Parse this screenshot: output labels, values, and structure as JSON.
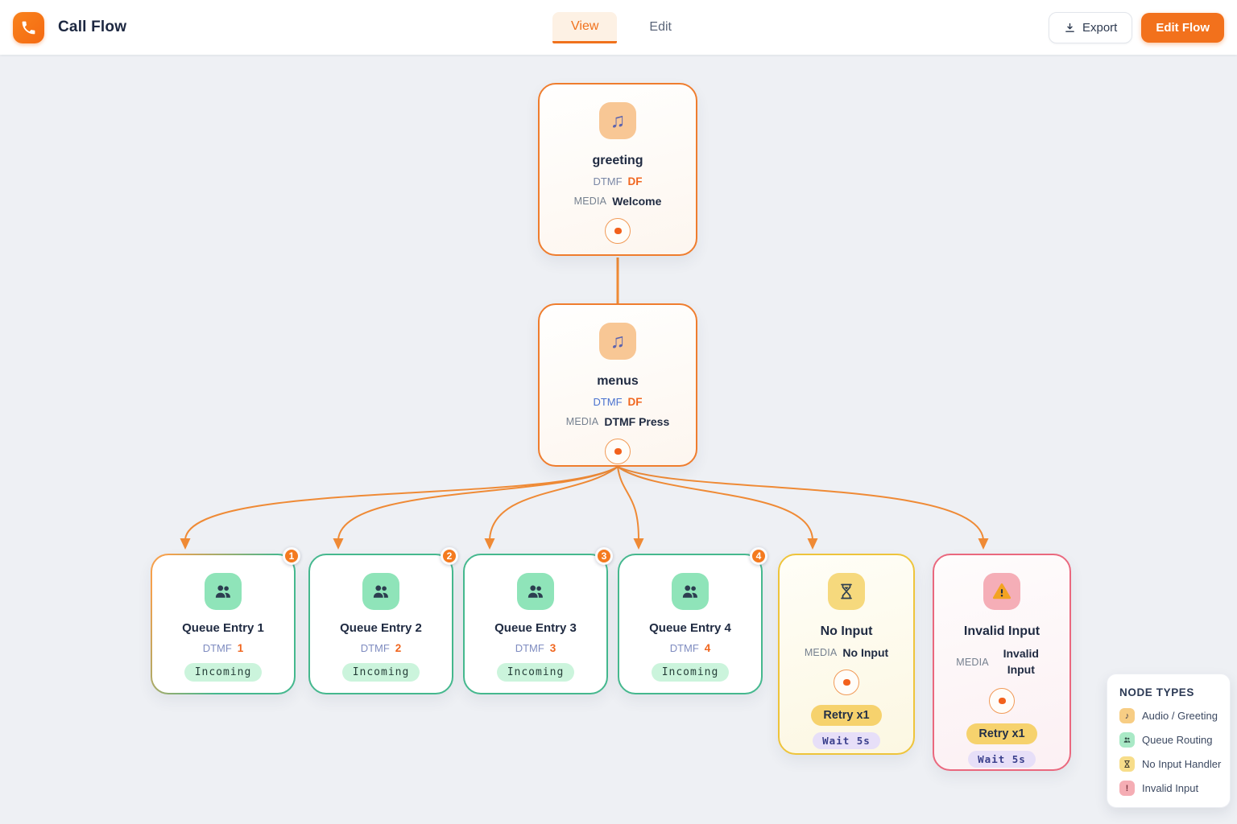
{
  "header": {
    "app_title": "Call Flow",
    "tab_view": "View",
    "tab_edit": "Edit",
    "export_label": "Export",
    "edit_flow_label": "Edit Flow"
  },
  "flow": {
    "greeting": {
      "title": "greeting",
      "dtmf_label": "DTMF",
      "dtmf_value": "DF",
      "media_label": "MEDIA",
      "media_value": "Welcome",
      "icon": "music-note-icon"
    },
    "menus": {
      "title": "menus",
      "dtmf_label": "DTMF",
      "dtmf_value": "DF",
      "media_label": "MEDIA",
      "media_value": "DTMF Press",
      "icon": "music-note-icon"
    },
    "queues": [
      {
        "title": "Queue Entry 1",
        "dtmf_label": "DTMF",
        "dtmf_value": "1",
        "badge": "1",
        "tag": "Incoming",
        "icon": "people-icon"
      },
      {
        "title": "Queue Entry 2",
        "dtmf_label": "DTMF",
        "dtmf_value": "2",
        "badge": "2",
        "tag": "Incoming",
        "icon": "people-icon"
      },
      {
        "title": "Queue Entry 3",
        "dtmf_label": "DTMF",
        "dtmf_value": "3",
        "badge": "3",
        "tag": "Incoming",
        "icon": "people-icon"
      },
      {
        "title": "Queue Entry 4",
        "dtmf_label": "DTMF",
        "dtmf_value": "4",
        "badge": "4",
        "tag": "Incoming",
        "icon": "people-icon"
      }
    ],
    "no_input": {
      "title": "No Input",
      "media_label": "MEDIA",
      "media_value": "No Input",
      "retry": "Retry x1",
      "wait": "Wait 5s",
      "icon": "hourglass-icon"
    },
    "invalid_input": {
      "title": "Invalid Input",
      "media_label": "MEDIA",
      "media_value": "Invalid Input",
      "retry": "Retry x1",
      "wait": "Wait 5s",
      "icon": "warning-icon"
    }
  },
  "legend": {
    "title": "NODE TYPES",
    "items": [
      {
        "label": "Audio / Greeting",
        "icon": "music-note-icon",
        "color": "#f7cd84"
      },
      {
        "label": "Queue Routing",
        "icon": "people-icon",
        "color": "#a9e9c6"
      },
      {
        "label": "No Input Handler",
        "icon": "hourglass-icon",
        "color": "#f7dd8a"
      },
      {
        "label": "Invalid Input",
        "icon": "exclamation-icon",
        "color": "#f5adb4"
      }
    ]
  },
  "colors": {
    "accent_orange": "#f2711c",
    "edge_orange": "#ef8a35",
    "audio_border": "#ef7d2e",
    "queue_border": "#45b88e",
    "noinput_border": "#eec43b",
    "invalid_border": "#ea687e",
    "canvas_bg": "#eef0f4"
  }
}
